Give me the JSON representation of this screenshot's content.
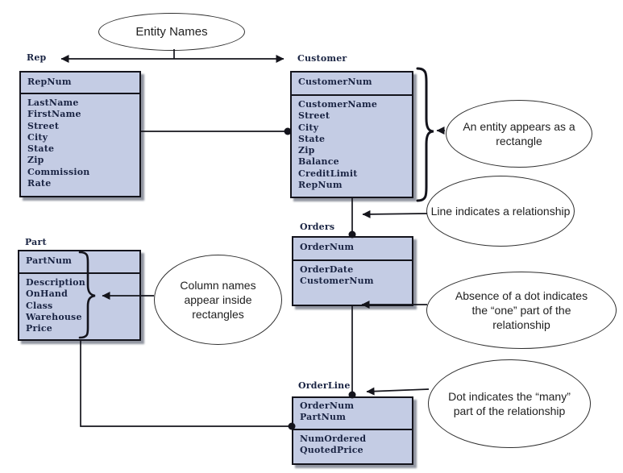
{
  "callouts": {
    "entity_names": "Entity Names",
    "entity_rectangle": "An entity appears as a rectangle",
    "relationship_line": "Line indicates a relationship",
    "one_part": "Absence of a dot indicates the “one” part of the relationship",
    "many_part": "Dot indicates the “many” part of the relationship",
    "column_names": "Column names appear inside rectangles"
  },
  "entities": {
    "rep": {
      "label": "Rep",
      "key_columns": [
        "RepNum"
      ],
      "other_columns": [
        "LastName",
        "FirstName",
        "Street",
        "City",
        "State",
        "Zip",
        "Commission",
        "Rate"
      ]
    },
    "customer": {
      "label": "Customer",
      "key_columns": [
        "CustomerNum"
      ],
      "other_columns": [
        "CustomerName",
        "Street",
        "City",
        "State",
        "Zip",
        "Balance",
        "CreditLimit",
        "RepNum"
      ]
    },
    "orders": {
      "label": "Orders",
      "key_columns": [
        "OrderNum"
      ],
      "other_columns": [
        "OrderDate",
        "CustomerNum"
      ]
    },
    "part": {
      "label": "Part",
      "key_columns": [
        "PartNum"
      ],
      "other_columns": [
        "Description",
        "OnHand",
        "Class",
        "Warehouse",
        "Price"
      ]
    },
    "orderline": {
      "label": "OrderLine",
      "key_columns": [
        "OrderNum",
        "PartNum"
      ],
      "other_columns": [
        "NumOrdered",
        "QuotedPrice"
      ]
    }
  },
  "colors": {
    "table_fill": "#c4cce4",
    "table_border": "#14141c",
    "table_text": "#1a2443",
    "shadow": "#6e7382",
    "line": "#15151c",
    "ellipse_border": "#2f2f2f",
    "background": "#ffffff"
  }
}
